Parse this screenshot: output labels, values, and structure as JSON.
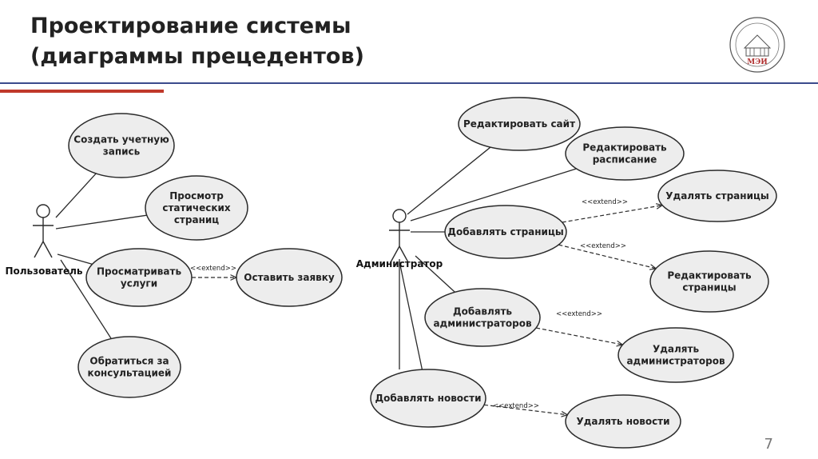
{
  "slide": {
    "title_line1": "Проектирование системы",
    "title_line2": "(диаграммы прецедентов)",
    "page_number": "7",
    "logo_text": "МЭИ"
  },
  "colors": {
    "accent_red": "#c0392b",
    "accent_blue": "#3b4b8c",
    "ellipse_fill": "#ededed",
    "stroke": "#2a2a2a"
  },
  "diagram": {
    "actors": [
      {
        "id": "user",
        "label": "Пользователь"
      },
      {
        "id": "admin",
        "label": "Администратор"
      }
    ],
    "use_cases": [
      {
        "id": "create-account",
        "lines": [
          "Создать учетную",
          "запись"
        ]
      },
      {
        "id": "view-static",
        "lines": [
          "Просмотр",
          "статических",
          "страниц"
        ]
      },
      {
        "id": "view-services",
        "lines": [
          "Просматривать",
          "услуги"
        ]
      },
      {
        "id": "leave-request",
        "lines": [
          "Оставить заявку"
        ]
      },
      {
        "id": "consultation",
        "lines": [
          "Обратиться за",
          "консультацией"
        ]
      },
      {
        "id": "edit-site",
        "lines": [
          "Редактировать сайт"
        ]
      },
      {
        "id": "edit-schedule",
        "lines": [
          "Редактировать",
          "расписание"
        ]
      },
      {
        "id": "delete-pages",
        "lines": [
          "Удалять страницы"
        ]
      },
      {
        "id": "add-pages",
        "lines": [
          "Добавлять страницы"
        ]
      },
      {
        "id": "edit-pages",
        "lines": [
          "Редактировать",
          "страницы"
        ]
      },
      {
        "id": "add-admins",
        "lines": [
          "Добавлять",
          "администраторов"
        ]
      },
      {
        "id": "delete-admins",
        "lines": [
          "Удалять",
          "администраторов"
        ]
      },
      {
        "id": "add-news",
        "lines": [
          "Добавлять новости"
        ]
      },
      {
        "id": "delete-news",
        "lines": [
          "Удалять новости"
        ]
      }
    ],
    "associations": [
      [
        "user",
        "create-account"
      ],
      [
        "user",
        "view-static"
      ],
      [
        "user",
        "view-services"
      ],
      [
        "user",
        "consultation"
      ],
      [
        "admin",
        "edit-site"
      ],
      [
        "admin",
        "edit-schedule"
      ],
      [
        "admin",
        "add-pages"
      ],
      [
        "admin",
        "add-admins"
      ],
      [
        "admin",
        "add-news"
      ]
    ],
    "extends": [
      {
        "from": "view-services",
        "to": "leave-request",
        "label": "<<extend>>"
      },
      {
        "from": "add-pages",
        "to": "delete-pages",
        "label": "<<extend>>"
      },
      {
        "from": "add-pages",
        "to": "edit-pages",
        "label": "<<extend>>"
      },
      {
        "from": "add-admins",
        "to": "delete-admins",
        "label": "<<extend>>"
      },
      {
        "from": "add-news",
        "to": "delete-news",
        "label": "<<extend>>"
      }
    ]
  }
}
